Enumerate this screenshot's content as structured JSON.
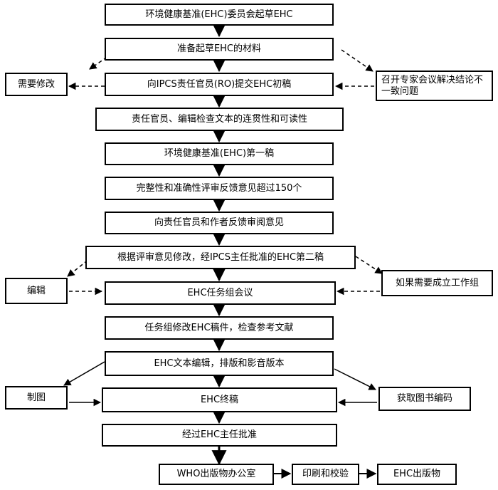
{
  "main_flow": [
    "环境健康基准(EHC)委员会起草EHC",
    "准备起草EHC的材料",
    "向IPCS责任官员(RO)提交EHC初稿",
    "责任官员、编辑检查文本的连贯性和可读性",
    "环境健康基准(EHC)第一稿",
    "完整性和准确性评审反馈意见超过150个",
    "向责任官员和作者反馈审阅意见",
    "根据评审意见修改，经IPCS主任批准的EHC第二稿",
    "EHC任务组会议",
    "任务组修改EHC稿件，检查参考文献",
    "EHC文本编辑，排版和影音版本",
    "EHC终稿",
    "经过EHC主任批准"
  ],
  "publishing_flow": [
    "WHO出版物办公室",
    "印刷和校验",
    "EHC出版物"
  ],
  "side_boxes": {
    "needs_revision": "需要修改",
    "expert_meeting": "召开专家会议解决结论不一致问题",
    "editing": "编辑",
    "working_group": "如果需要成立工作组",
    "drawing": "制图",
    "book_number": "获取图书编码"
  }
}
